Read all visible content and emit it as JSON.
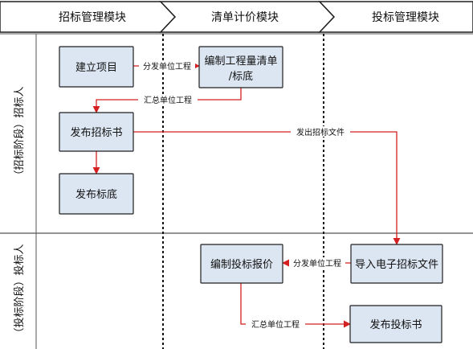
{
  "columns": [
    {
      "label": "招标管理模块"
    },
    {
      "label": "清单计价模块"
    },
    {
      "label": "投标管理模块"
    }
  ],
  "lanes": [
    {
      "label": "（招标阶段）招标人"
    },
    {
      "label": "（投标阶段）投标人"
    }
  ],
  "boxes": {
    "create_project": "建立项目",
    "compile_bill_line1": "编制工程量清单",
    "compile_bill_line2": "/标底",
    "publish_tender_doc": "发布招标书",
    "publish_base_price": "发布标底",
    "compile_bid_price": "编制投标报价",
    "import_tender_file": "导入电子招标文件",
    "publish_bid_doc": "发布投标书"
  },
  "edges": {
    "distribute_unit_1": "分发单位工程",
    "summarize_unit_1": "汇总单位工程",
    "issue_tender_file": "发出招标文件",
    "distribute_unit_2": "分发单位工程",
    "summarize_unit_2": "汇总单位工程"
  },
  "colors": {
    "header_bg": "#ffffff",
    "lane_bg": "#ffffff",
    "box_fill": "#dce6f2",
    "box_border": "#1f1f1f",
    "arrow": "#d42020"
  }
}
